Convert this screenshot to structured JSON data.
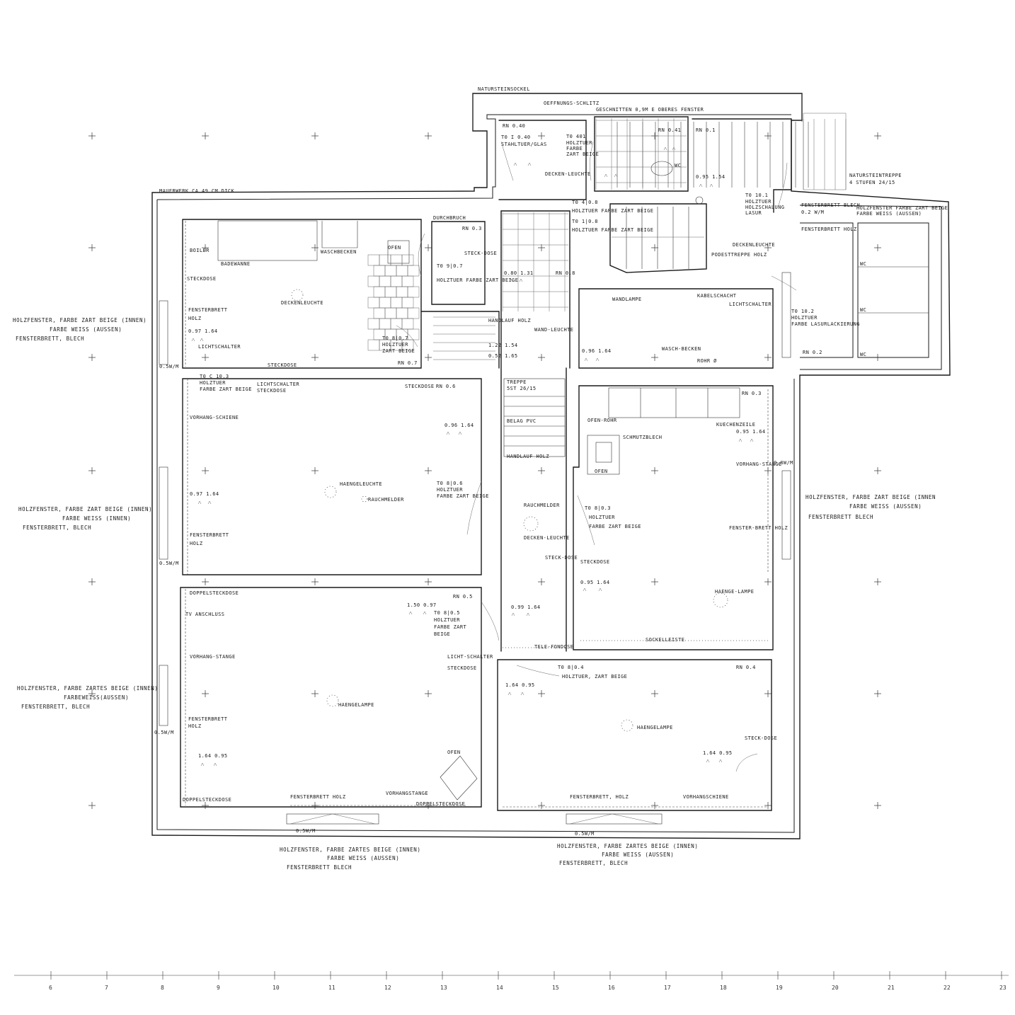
{
  "labels": {
    "natursteinsockel": "NATURSTEINSOCKEL",
    "oeffnungsschlitz": "OEFFNUNGS-SCHLITZ",
    "geschnitten": "GESCHNITTEN 0,9M E OBERES FENSTER",
    "rn040": "RN 0.40",
    "rn041": "RN 0.41",
    "rn01": "RN 0.1",
    "rn02": "RN 0.2",
    "rn03": "RN 0.3",
    "rn04": "RN 0.4",
    "rn05": "RN 0.5",
    "rn06": "RN 0.6",
    "rn07": "RN 0.7",
    "rn08": "RN 0.8",
    "rn03b": "RN 0.3",
    "mauerwerk": "MAUERWERK CA 49 CM DICK",
    "t0940": "T0 I 0.40",
    "stahltuer": "STAHLTUER/GLAS",
    "t0401": "T0 401",
    "holztuer": "HOLZTUER",
    "farbe": "FARBE",
    "zartbeige": "ZART BEIGE",
    "deckenleuchte": "DECKEN-LEUCHTE",
    "wc": "WC",
    "natursteintreppe": "NATURSTEINTREPPE",
    "stufen": "4 STUFEN 24/15",
    "fensterbrett_blech": "FENSTERBRETT BLECH",
    "holzfenster_right_top": "HOLZFENSTER FARBE ZART BEIGE",
    "farbe_weiss_top": "FARBE WEISS (AUSSEN)",
    "fensterbrett_holz_top": "FENSTERBRETT HOLZ",
    "puffer": "DURCHBRUCH",
    "boiler": "BOILER",
    "waschbecken": "WASCHBECKEN",
    "ofen": "OFEN",
    "badewanne": "BADEWANNE",
    "steckdose": "STECKDOSE",
    "decke": "DECKENLEUCHTE",
    "fensterbrett": "FENSTERBRETT",
    "holz": "HOLZ",
    "lichtschalter": "LICHTSCHALTER",
    "t0g10_7": "T0 9|0.7",
    "holztuer_beige": "HOLZTUER FARBE ZART BEIGE",
    "steckdose_short": "STECK-DOSE",
    "t0810_7": "T0 8|0.7",
    "holztuer2": "HOLZTUER",
    "zartbeige2": "ZART BEIGE",
    "handlauf": "HANDLAUF HOLZ",
    "wandleuchte": "WAND-LEUCHTE",
    "t0_6": "T0 4|0.8",
    "holztuer_beige2": "HOLZTUER FARBE ZART BEIGE",
    "t0_7": "T0 1|0.8",
    "holztuer_beige3": "HOLZTUER FARBE ZART BEIGE",
    "podesttreppe": "PODESTTREPPE HOLZ",
    "deckenleuchte2": "DECKENLEUCHTE",
    "t0_10_1": "T0 10.1",
    "holztuer3": "HOLZTUER",
    "holzschalung": "HOLZSCHALUNG",
    "lasur": "LASUR",
    "kabelschacht": "KABELSCHACHT",
    "wandlampe": "WANDLAMPE",
    "lichtschalter2": "LICHTSCHALTER",
    "t0_10_2": "T0 10.2",
    "holztuer4": "HOLZTUER",
    "farbe_lasur": "FARBE LASURLACKIERUNG",
    "waschbecken2": "WASCH-BECKEN",
    "rohr": "ROHR Ø",
    "t0c10_3": "T0 C 10.3",
    "holztuer5": "HOLZTUER",
    "farbe_zart": "FARBE ZART BEIGE",
    "lichtschalter3": "LICHTSCHALTER",
    "steckdose3": "STECKDOSE",
    "vorhangschiene": "VORHANG-SCHIENE",
    "haengeleuchte": "HAENGELEUCHTE",
    "rauchmelder": "RAUCHMELDER",
    "t0810_6": "T0 8|0.6",
    "holztuer6": "HOLZTUER",
    "farbe_zart2": "FARBE ZART BEIGE",
    "fensterbrett2": "FENSTERBRETT",
    "holz2": "HOLZ",
    "treppe": "TREPPE",
    "sst": "5ST 26/15",
    "belag": "BELAG PVC",
    "handlauf2": "HANDLAUF HOLZ",
    "rauchmelder2": "RAUCHMELDER",
    "deckenleuchte3": "DECKEN-LEUCHTE",
    "steckdose4": "STECK-DOSE",
    "ofenrohr": "OFEN-ROHR",
    "schmutzblech": "SCHMUTZBLECH",
    "ofen2": "OFEN",
    "kuechenzeile": "KUECHENZEILE",
    "t0810_3": "T0 8|0.3",
    "holztuer7": "HOLZTUER",
    "farbe_zart3": "FARBE ZART BEIGE",
    "vorhangstange": "VORHANG-STANGE",
    "fensterbrett3": "FENSTER-BRETT HOLZ",
    "steckdose5": "STECKDOSE",
    "haengelampe": "HAENGE-LAMPE",
    "sockelleiste": "SOCKELLEISTE",
    "teledose": "TELE-FONDOSE",
    "doppelsteckdose": "DOPPELSTECKDOSE",
    "tvanschluss": "TV ANSCHLUSS",
    "t0810_5": "T0 8|0.5",
    "holztuer8": "HOLZTUER",
    "farbe_zart4": "FARBE ZART",
    "beige": "BEIGE",
    "vorhangstange2": "VORHANG-STANGE",
    "lichtschalter4": "LICHT-SCHALTER",
    "steckdose6": "STECKDOSE",
    "haengelampe2": "HAENGELAMPE",
    "fensterbrett4": "FENSTERBRETT",
    "holz3": "HOLZ",
    "ofen3": "OFEN",
    "doppelsteckdose2": "DOPPELSTECKDOSE",
    "fensterbrett_holz5": "FENSTERBRETT HOLZ",
    "vorhangstange3": "VORHANGSTANGE",
    "doppelsteckdose3": "DOPPELSTECKDOSE",
    "t0810_4": "T0 8|0.4",
    "holztuer9": "HOLZTUER, ZART BEIGE",
    "haengelampe3": "HAENGELAMPE",
    "steckdose7": "STECK-DOSE",
    "fensterbrett_holz6": "FENSTERBRETT, HOLZ",
    "vorhangschiene2": "VORHANGSCHIENE",
    "w_0_5wm": "0.5W/M",
    "w_0_8wm": "0.8W/M",
    "w_0_2wm": "0.2 W/M",
    "h_097_164": "0.97 1.64",
    "h_096_164": "0.96 1.64",
    "h_095_164": "0.95 1.64",
    "h_164_095": "1.64 0.95",
    "h_150_097": "1.50 0.97",
    "h_080_131": "0.80 1.31",
    "h_099_164": "0.99 1.64",
    "h_095_154": "0.95 1.54",
    "h_122_154": "1.22 1.54",
    "h_152_165": "0.52 1.65"
  },
  "notes": {
    "left1": [
      "HOLZFENSTER, FARBE ZART BEIGE (INNEN)",
      "FARBE WEISS (AUSSEN)",
      "FENSTERBRETT, BLECH"
    ],
    "left2": [
      "HOLZFENSTER, FARBE ZART BEIGE (INNEN)",
      "FARBE WEISS (INNEN)",
      "FENSTERBRETT, BLECH"
    ],
    "left3": [
      "HOLZFENSTER, FARBE ZARTES BEIGE (INNEN)",
      "FARBEWEISS(AUSSEN)",
      "FENSTERBRETT, BLECH"
    ],
    "right": [
      "HOLZFENSTER, FARBE ZART BEIGE (INNEN",
      "FARBE WEISS (AUSSEN)",
      "FENSTERBRETT BLECH"
    ],
    "bottom1": [
      "HOLZFENSTER, FARBE ZARTES BEIGE (INNEN)",
      "FARBE WEISS (AUSSEN)",
      "FENSTERBRETT BLECH"
    ],
    "bottom2": [
      "HOLZFENSTER, FARBE ZARTES BEIGE (INNEN)",
      "FARBE WEISS (AUSSEN)",
      "FENSTERBRETT, BLECH"
    ]
  },
  "scale": [
    "6",
    "7",
    "8",
    "9",
    "10",
    "11",
    "12",
    "13",
    "14",
    "15",
    "16",
    "17",
    "18",
    "19",
    "20",
    "21",
    "22",
    "23"
  ]
}
